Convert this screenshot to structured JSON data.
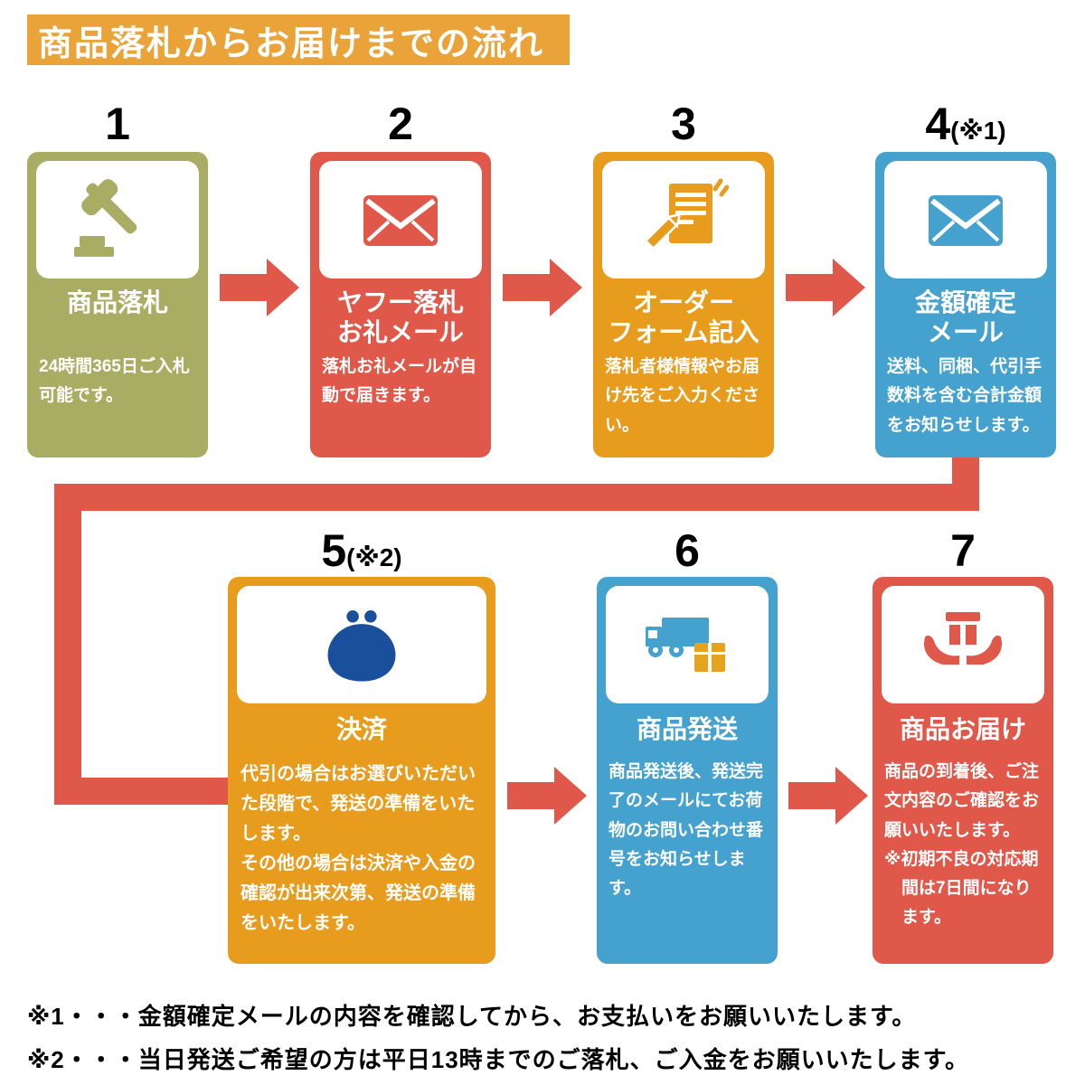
{
  "header": {
    "title": "商品落札からお届けまでの流れ"
  },
  "steps": [
    {
      "number": "1",
      "suffix": "",
      "title_line1": "商品落札",
      "title_line2": "",
      "desc": "24時間365日ご入札可能です。",
      "icon": "gavel-icon",
      "color": "#A9AD63"
    },
    {
      "number": "2",
      "suffix": "",
      "title_line1": "ヤフー落札",
      "title_line2": "お礼メール",
      "desc": "落札お礼メールが自動で届きます。",
      "icon": "mail-icon",
      "color": "#E0584A"
    },
    {
      "number": "3",
      "suffix": "",
      "title_line1": "オーダー",
      "title_line2": "フォーム記入",
      "desc": "落札者様情報やお届け先をご入力ください。",
      "icon": "order-form-icon",
      "color": "#E89C1E"
    },
    {
      "number": "4",
      "suffix": "(※1)",
      "title_line1": "金額確定",
      "title_line2": "メール",
      "desc": "送料、同梱、代引手数料を含む合計金額をお知らせします。",
      "icon": "mail-icon",
      "color": "#45A1CE"
    },
    {
      "number": "5",
      "suffix": "(※2)",
      "title_line1": "決済",
      "title_line2": "",
      "desc": "代引の場合はお選びいただいた段階で、発送の準備をいたします。\nその他の場合は決済や入金の確認が出来次第、発送の準備をいたします。",
      "icon": "coin-purse-icon",
      "color": "#E89C1E"
    },
    {
      "number": "6",
      "suffix": "",
      "title_line1": "商品発送",
      "title_line2": "",
      "desc": "商品発送後、発送完了のメールにてお荷物のお問い合わせ番号をお知らせします。",
      "icon": "truck-box-icon",
      "color": "#45A1CE"
    },
    {
      "number": "7",
      "suffix": "",
      "title_line1": "商品お届け",
      "title_line2": "",
      "desc": "商品の到着後、ご注文内容のご確認をお願いいたします。",
      "desc_note": "※初期不良の対応期間は7日間になります。",
      "icon": "delivery-hands-icon",
      "color": "#E0584A"
    }
  ],
  "footnotes": [
    "※1・・・金額確定メールの内容を確認してから、お支払いをお願いいたします。",
    "※2・・・当日発送ご希望の方は平日13時までのご落札、ご入金をお願いいたします。"
  ],
  "colors": {
    "header_bg": "#E9A338",
    "olive": "#A9AD63",
    "red": "#E0584A",
    "orange": "#E89C1E",
    "blue": "#45A1CE",
    "navy_purse": "#1A4F9C",
    "box_orange": "#E8A31C",
    "card_text": "#FFFFFF",
    "number_text": "#000000"
  }
}
